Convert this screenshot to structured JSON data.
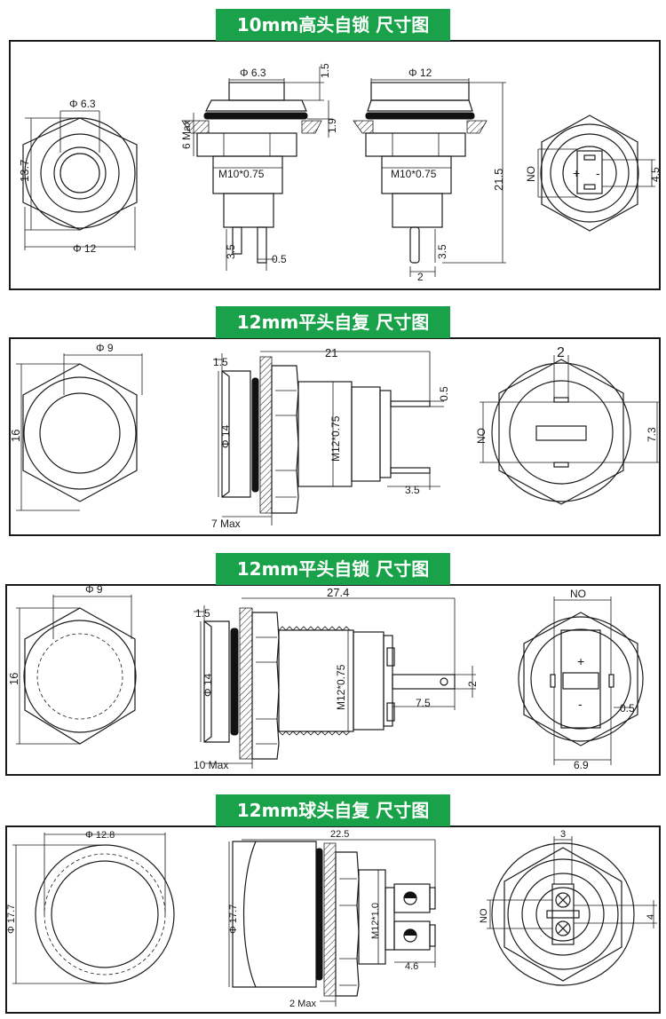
{
  "sections": [
    {
      "title": "10mm高头自锁 尺寸图",
      "labels": {
        "front_phi_inner": "Φ 6.3",
        "front_height": "13.7",
        "front_phi_outer": "Φ 12",
        "side1_phi": "Φ 6.3",
        "side1_cap": "1.5",
        "side1_ring": "1.9",
        "side1_max": "6 Max",
        "side1_thread": "M10*0.75",
        "side1_pin_len": "3.5",
        "side1_pin_w": "0.5",
        "side2_phi": "Φ 12",
        "side2_height": "21.5",
        "side2_thread": "M10*0.75",
        "side2_pin_len": "3.5",
        "side2_pin_w": "2",
        "back_no": "NO",
        "back_dim": "4.5",
        "back_plus": "+",
        "back_minus": "-"
      }
    },
    {
      "title": "12mm平头自复 尺寸图",
      "labels": {
        "front_phi": "Φ 9",
        "front_height": "16",
        "side_cap": "1.5",
        "side_len": "21",
        "side_pin": "0.5",
        "side_phi": "Φ 14",
        "side_thread": "M12*0.75",
        "side_pin_len": "3.5",
        "side_max": "7 Max",
        "back_top": "2",
        "back_no": "NO",
        "back_dim": "7.3"
      }
    },
    {
      "title": "12mm平头自锁 尺寸图",
      "labels": {
        "front_phi": "Φ 9",
        "front_height": "16",
        "side_cap": "1.5",
        "side_len": "27.4",
        "side_phi": "Φ 14",
        "side_thread": "M12*0.75",
        "side_pin_len": "7.5",
        "side_pin_w": "2",
        "side_max": "10 Max",
        "back_no": "NO",
        "back_pin": "0.5",
        "back_width": "6.9",
        "back_plus": "+",
        "back_minus": "-"
      }
    },
    {
      "title": "12mm球头自复 尺寸图",
      "labels": {
        "front_phi_inner": "Φ 12.8",
        "front_phi_outer": "Φ 17.7",
        "side_len": "22.5",
        "side_phi": "Φ 17.7",
        "side_thread": "M12*1.0",
        "side_pin": "4.6",
        "side_max": "2 Max",
        "back_top": "3",
        "back_no": "NO",
        "back_dim": "4"
      }
    }
  ]
}
